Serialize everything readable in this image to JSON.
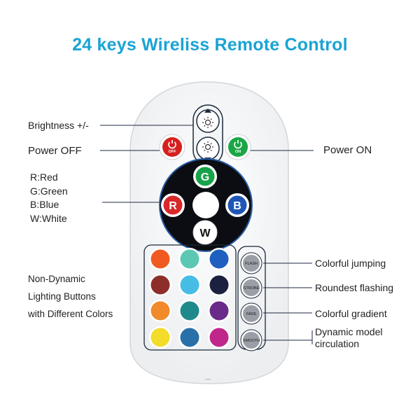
{
  "title": "24 keys Wireliss Remote Control",
  "colors": {
    "title": "#1aa3d4",
    "remote_body": "#f7f8f9",
    "outline": "#1b2a3a",
    "power_off": "#d6201f",
    "power_on": "#1aa645",
    "button_r": "#d8282a",
    "button_g": "#17a34a",
    "button_b": "#1f56b6",
    "ring": "#0b0d12"
  },
  "labels": {
    "brightness": "Brightness +/-",
    "power_off": "Power OFF",
    "power_on": "Power ON",
    "rgbw": [
      "R:Red",
      "G:Green",
      "B:Blue",
      "W:White"
    ],
    "non_dynamic": [
      "Non-Dynamic",
      "Lighting Buttons",
      "with Different Colors"
    ],
    "colorful_jumping": "Colorful jumping",
    "roundest_flashing": "Roundest flashing",
    "colorful_gradient": "Colorful gradient",
    "dynamic_model": "Dynamic model circulation"
  },
  "buttons": {
    "off": "OFF",
    "on": "ON",
    "r": "R",
    "g": "G",
    "b": "B",
    "w": "W",
    "flash": "FLASH",
    "strobe": "STROBE",
    "fade": "FADE",
    "smooth": "SMOOTH"
  },
  "color_keys": [
    [
      "#f05a22",
      "#5cc8b4",
      "#1f5fbf"
    ],
    [
      "#8c2f2a",
      "#47bde6",
      "#1c2140"
    ],
    [
      "#f08a2a",
      "#1f8a8c",
      "#6a2a8a"
    ],
    [
      "#f3dc2a",
      "#2a70a8",
      "#c0278a"
    ]
  ],
  "icons": {
    "bright_up": "sun-up-icon",
    "bright_down": "sun-down-icon",
    "power": "power-icon"
  }
}
